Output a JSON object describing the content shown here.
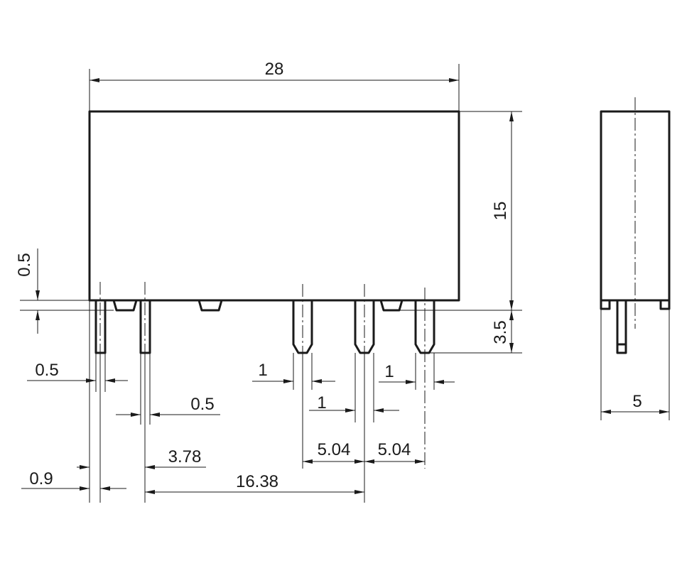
{
  "drawing": {
    "width": "28",
    "height": "15",
    "pin_length": "3.5",
    "standoff": "0.5",
    "pin1_width": "0.5",
    "pin2_width": "0.5",
    "pin3_width": "1",
    "pin4_width": "1",
    "pin5_width": "1",
    "offset_3_78": "3.78",
    "offset_0_9": "0.9",
    "pitch_16_38": "16.38",
    "pitch_a": "5.04",
    "pitch_b": "5.04",
    "depth": "5"
  }
}
